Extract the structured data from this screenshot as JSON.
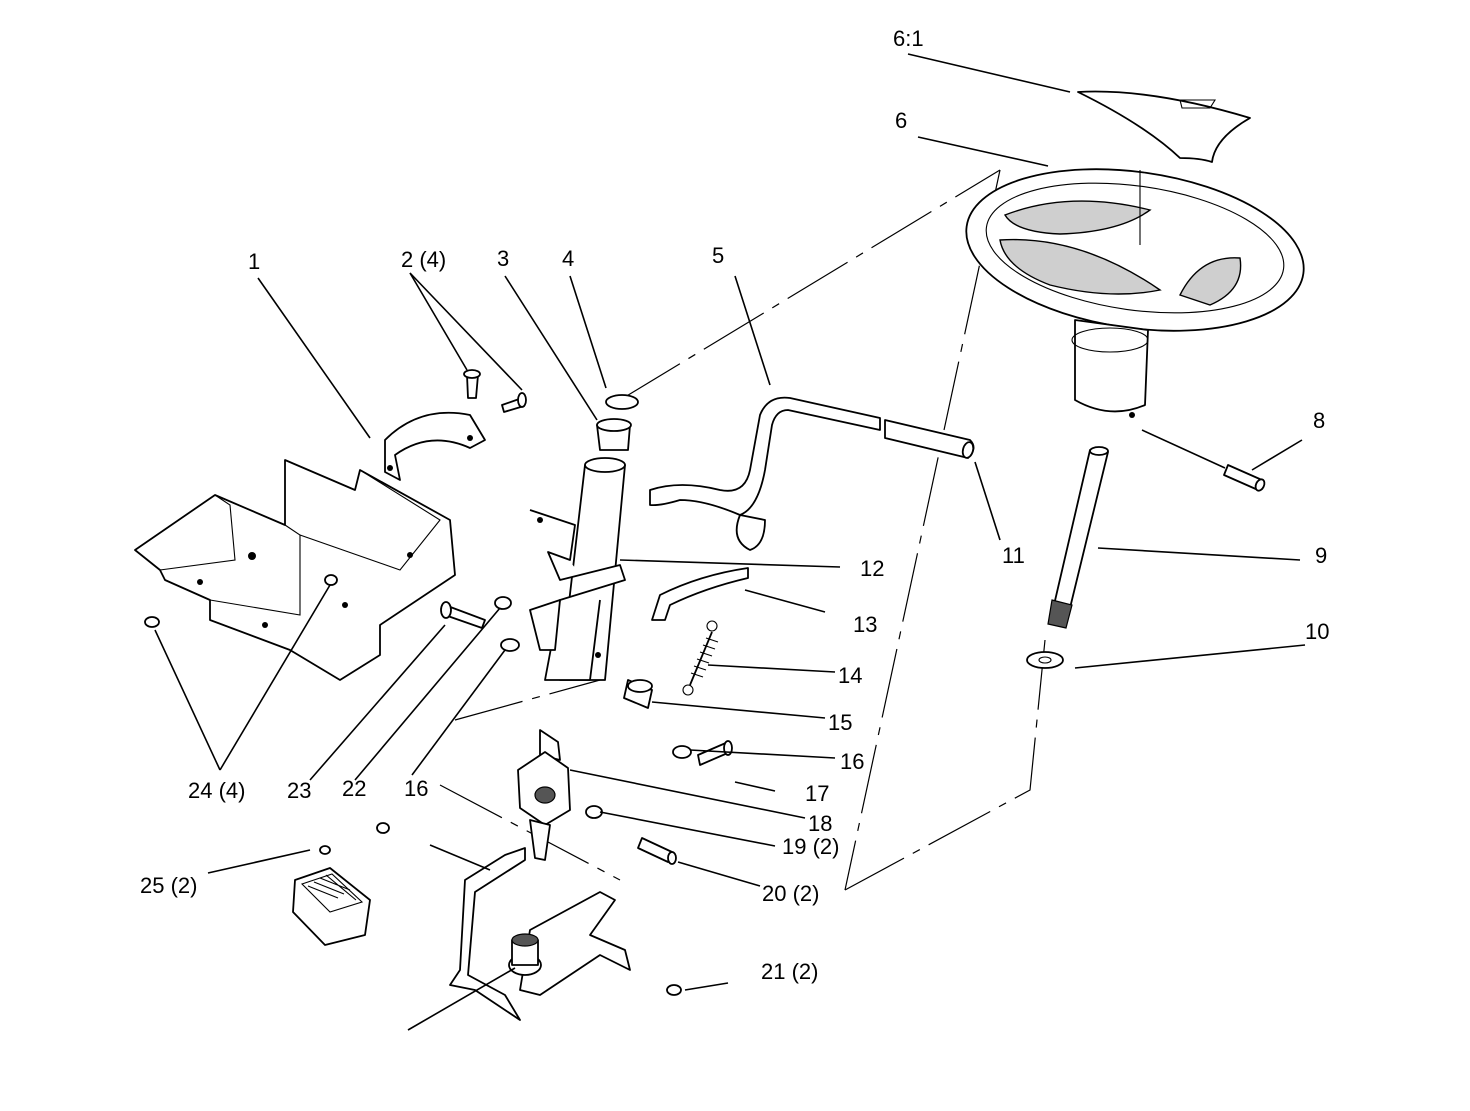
{
  "callouts": [
    {
      "id": "c1",
      "label": "1"
    },
    {
      "id": "c2",
      "label": "2 (4)"
    },
    {
      "id": "c3",
      "label": "3"
    },
    {
      "id": "c4",
      "label": "4"
    },
    {
      "id": "c5",
      "label": "5"
    },
    {
      "id": "c6",
      "label": "6"
    },
    {
      "id": "c6_1",
      "label": "6:1"
    },
    {
      "id": "c8",
      "label": "8"
    },
    {
      "id": "c9",
      "label": "9"
    },
    {
      "id": "c10",
      "label": "10"
    },
    {
      "id": "c11",
      "label": "11"
    },
    {
      "id": "c12",
      "label": "12"
    },
    {
      "id": "c13",
      "label": "13"
    },
    {
      "id": "c14",
      "label": "14"
    },
    {
      "id": "c15",
      "label": "15"
    },
    {
      "id": "c16a",
      "label": "16"
    },
    {
      "id": "c16b",
      "label": "16"
    },
    {
      "id": "c17",
      "label": "17"
    },
    {
      "id": "c18",
      "label": "18"
    },
    {
      "id": "c19",
      "label": "19 (2)"
    },
    {
      "id": "c20",
      "label": "20 (2)"
    },
    {
      "id": "c21",
      "label": "21 (2)"
    },
    {
      "id": "c22",
      "label": "22"
    },
    {
      "id": "c23",
      "label": "23"
    },
    {
      "id": "c24",
      "label": "24 (4)"
    },
    {
      "id": "c25",
      "label": "25 (2)"
    }
  ]
}
